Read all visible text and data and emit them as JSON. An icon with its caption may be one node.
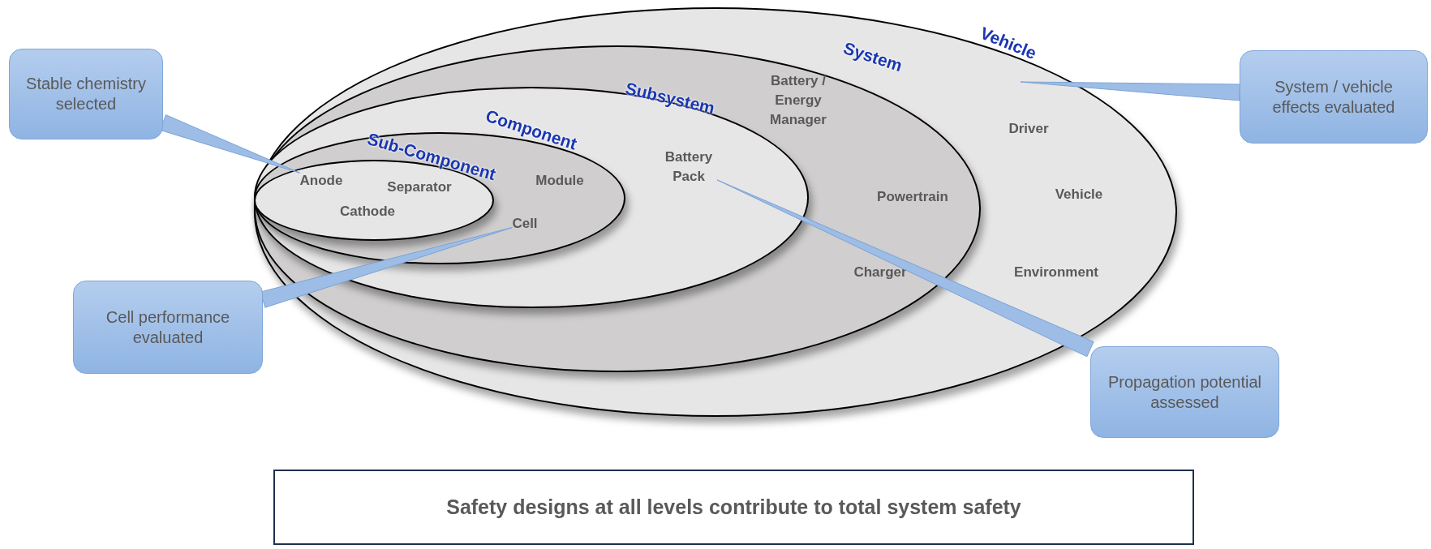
{
  "diagram": {
    "nodes": [
      {
        "text": [
          "Stable chemistry selected"
        ]
      },
      {
        "text": [
          "Vehicle"
        ]
      },
      {
        "text": [
          "System"
        ],
        "in": 1
      },
      {
        "text": [
          "Subsystem"
        ],
        "in": 2
      },
      {
        "text": [
          "Component"
        ],
        "in": 3
      },
      {
        "text": [
          "Sub-Component"
        ],
        "in": 4
      },
      {
        "text": [
          "Anode"
        ],
        "in": 5
      },
      {
        "text": [
          "Separator"
        ],
        "in": 5
      },
      {
        "text": [
          "Cathode"
        ],
        "in": 5
      },
      {
        "text": [
          "Module"
        ],
        "in": 4
      },
      {
        "text": [
          "Cell"
        ],
        "in": 4
      },
      {
        "text": [
          "Battery Pack"
        ],
        "in": 3
      },
      {
        "text": [
          "Battery / Energy Manager"
        ],
        "in": 2
      },
      {
        "text": [
          "Powertrain"
        ],
        "in": 2
      },
      {
        "text": [
          "Charger"
        ],
        "in": 2
      },
      {
        "text": [
          "Driver"
        ],
        "in": 1
      },
      {
        "text": [
          "Vehicle"
        ],
        "in": 1
      },
      {
        "text": [
          "Environment"
        ],
        "in": 1
      },
      {
        "text": [
          "System / vehicle effects evaluated"
        ]
      },
      {
        "text": [
          "Cell performance evaluated"
        ]
      },
      {
        "text": [
          "Propagation potential assessed"
        ]
      },
      {
        "text": [
          "Safety designs at all levels contribute to total system safety"
        ]
      }
    ],
    "edges": [
      {
        "from": 0,
        "to": 6,
        "arrow": "none"
      },
      {
        "from": 18,
        "to": 1,
        "arrow": "none"
      },
      {
        "from": 19,
        "to": 10,
        "arrow": "none"
      },
      {
        "from": 20,
        "to": 11,
        "arrow": "none"
      }
    ]
  }
}
